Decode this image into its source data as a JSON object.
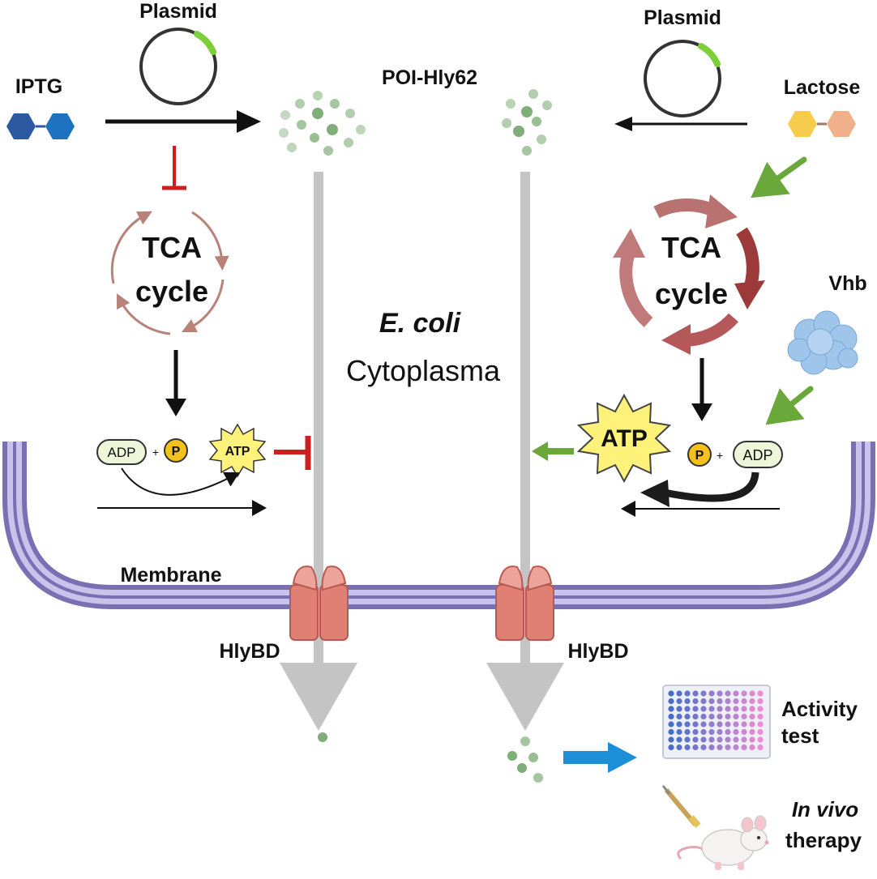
{
  "labels": {
    "plasmid_left": "Plasmid",
    "plasmid_right": "Plasmid",
    "iptg": "IPTG",
    "lactose": "Lactose",
    "poi": "POI-Hly62",
    "tca_left_1": "TCA",
    "tca_left_2": "cycle",
    "tca_right_1": "TCA",
    "tca_right_2": "cycle",
    "ecoli": "E. coli",
    "cytoplasma": "Cytoplasma",
    "vhb": "Vhb",
    "adp_left": "ADP",
    "p_left": "P",
    "atp_left": "ATP",
    "plus_left": "+",
    "atp_right": "ATP",
    "p_right": "P",
    "adp_right": "ADP",
    "plus_right": "+",
    "membrane": "Membrane",
    "hlybd_left": "HlyBD",
    "hlybd_right": "HlyBD",
    "activity_1": "Activity",
    "activity_2": "test",
    "invivo_1": "In vivo",
    "invivo_2": "therapy"
  },
  "colors": {
    "membrane": "#7b6fb3",
    "membrane_light": "#c9c2ea",
    "tca_light": "#b98278",
    "tca_dark": "#9c4a4a",
    "inhibit": "#cc1f1f",
    "green_arrow": "#6aa83b",
    "blue_arrow": "#1d8fd8",
    "protein_dot": "#7fae78",
    "transporter": "#e07f74",
    "plasmid_marker": "#7dcf3a",
    "iptg_hex": "#2b5aa0",
    "lactose_hex_1": "#f7cc4d",
    "lactose_hex_2": "#f0b08a",
    "atp_star": "#fff27a",
    "phosphate": "#f4c01a"
  }
}
